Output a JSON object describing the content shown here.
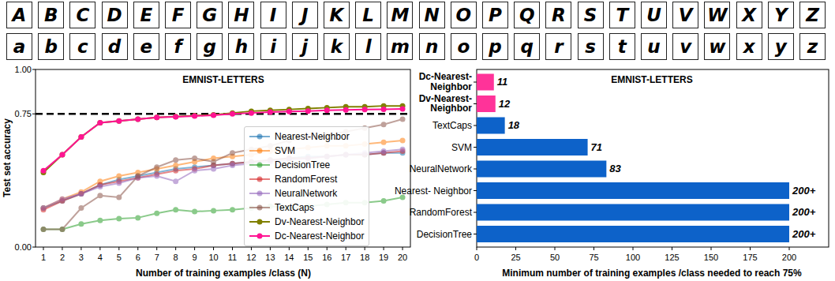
{
  "diagram": {
    "nodes": [
      {
        "text": [
          "A"
        ]
      },
      {
        "text": [
          "B"
        ]
      },
      {
        "text": [
          "C"
        ]
      },
      {
        "text": [
          "D"
        ]
      },
      {
        "text": [
          "E"
        ]
      },
      {
        "text": [
          "F"
        ]
      },
      {
        "text": [
          "G"
        ]
      },
      {
        "text": [
          "H"
        ]
      },
      {
        "text": [
          "I"
        ]
      },
      {
        "text": [
          "J"
        ]
      },
      {
        "text": [
          "K"
        ]
      },
      {
        "text": [
          "L"
        ]
      },
      {
        "text": [
          "M"
        ]
      },
      {
        "text": [
          "N"
        ]
      },
      {
        "text": [
          "O"
        ]
      },
      {
        "text": [
          "P"
        ]
      },
      {
        "text": [
          "Q"
        ]
      },
      {
        "text": [
          "R"
        ]
      },
      {
        "text": [
          "S"
        ]
      },
      {
        "text": [
          "T"
        ]
      },
      {
        "text": [
          "U"
        ]
      },
      {
        "text": [
          "V"
        ]
      },
      {
        "text": [
          "W"
        ]
      },
      {
        "text": [
          "X"
        ]
      },
      {
        "text": [
          "Y"
        ]
      },
      {
        "text": [
          "Z"
        ]
      },
      {
        "text": [
          "a"
        ]
      },
      {
        "text": [
          "b"
        ]
      },
      {
        "text": [
          "c"
        ]
      },
      {
        "text": [
          "d"
        ]
      },
      {
        "text": [
          "e"
        ]
      },
      {
        "text": [
          "f"
        ]
      },
      {
        "text": [
          "g"
        ]
      },
      {
        "text": [
          "h"
        ]
      },
      {
        "text": [
          "i"
        ]
      },
      {
        "text": [
          "j"
        ]
      },
      {
        "text": [
          "k"
        ]
      },
      {
        "text": [
          "l"
        ]
      },
      {
        "text": [
          "m"
        ]
      },
      {
        "text": [
          "n"
        ]
      },
      {
        "text": [
          "o"
        ]
      },
      {
        "text": [
          "p"
        ]
      },
      {
        "text": [
          "q"
        ]
      },
      {
        "text": [
          "r"
        ]
      },
      {
        "text": [
          "s"
        ]
      },
      {
        "text": [
          "t"
        ]
      },
      {
        "text": [
          "u"
        ]
      },
      {
        "text": [
          "v"
        ]
      },
      {
        "text": [
          "w"
        ]
      },
      {
        "text": [
          "x"
        ]
      },
      {
        "text": [
          "y"
        ]
      },
      {
        "text": [
          "z"
        ]
      }
    ],
    "labels": [
      "EMNIST-LETTERS",
      "1.00",
      "0.75",
      "0.00",
      "1",
      "2",
      "3",
      "4",
      "5",
      "6",
      "7",
      "8",
      "9",
      "10",
      "11",
      "12",
      "13",
      "14",
      "15",
      "16",
      "17",
      "18",
      "19",
      "20",
      "Test set accuracy",
      "Number of training examples /class (N)",
      "EMNIST-LETTERS",
      "Dc-Nearest- Neighbor",
      "Dv-Nearest- Neighbor",
      "TextCaps",
      "SVM",
      "NeuralNetwork",
      "Nearest- Neighbor",
      "RandomForest",
      "DecisionTree",
      "11",
      "12",
      "18",
      "71",
      "83",
      "200+",
      "200+",
      "200+",
      "0",
      "25",
      "50",
      "75",
      "100",
      "125",
      "150",
      "175",
      "200",
      "Minimum number of training examples /class needed to reach 75%"
    ],
    "legend": [
      {
        "text": "Nearest-Neighbor"
      },
      {
        "text": "SVM"
      },
      {
        "text": "DecisionTree"
      },
      {
        "text": "RandomForest"
      },
      {
        "text": "NeuralNetwork"
      },
      {
        "text": "TextCaps"
      },
      {
        "text": "Dv-Nearest-Neighbor"
      },
      {
        "text": "Dc-Nearest-Neighbor"
      }
    ]
  }
}
